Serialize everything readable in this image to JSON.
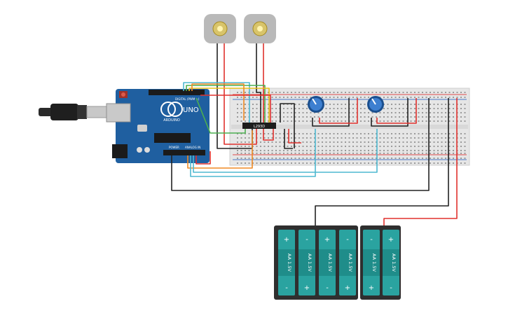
{
  "arduino": {
    "brand": "ARDUINO",
    "model": "UNO",
    "digital_label": "DIGITAL (PWM ~)",
    "power_label": "POWER",
    "analog_label": "ANALOG IN"
  },
  "chip": {
    "label": "L293D"
  },
  "batteries": {
    "cells": [
      {
        "label": "AA 1.5V",
        "top_sign": "+",
        "bottom_sign": "-"
      },
      {
        "label": "AA 1.5V",
        "top_sign": "-",
        "bottom_sign": "+"
      },
      {
        "label": "AA 1.5V",
        "top_sign": "+",
        "bottom_sign": "-"
      },
      {
        "label": "AA 1.5V",
        "top_sign": "-",
        "bottom_sign": "+"
      },
      {
        "label": "AA 1.5V",
        "top_sign": "-",
        "bottom_sign": "+"
      },
      {
        "label": "AA 1.5V",
        "top_sign": "+",
        "bottom_sign": "-"
      }
    ]
  },
  "colors": {
    "arduino_blue": "#1f5fa0",
    "breadboard": "#e6e6e6",
    "battery_case": "#2f2f2f",
    "battery_cell": "#2aa3a0",
    "wire_red": "#e0312d",
    "wire_black": "#222222",
    "wire_cyan": "#4db8d0",
    "wire_green": "#4caf50",
    "wire_orange": "#f08a24",
    "wire_yellow": "#e8c21a"
  }
}
